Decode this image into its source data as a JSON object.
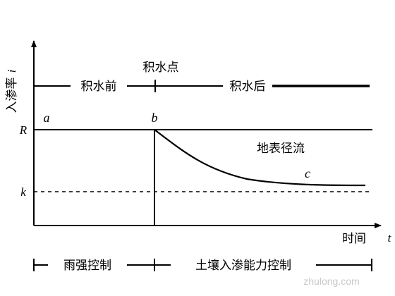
{
  "axes": {
    "y_label_text": "入渗率",
    "y_label_symbol": "i",
    "x_end_symbol": "t",
    "x_label": "时间",
    "r_label": "R",
    "k_label": "k"
  },
  "points": {
    "a": "a",
    "b": "b",
    "c": "c"
  },
  "phases": {
    "ponding_point": "积水点",
    "before": "积水前",
    "after": "积水后"
  },
  "region_label": "地表径流",
  "controls": {
    "rain": "雨强控制",
    "soil": "土壤入渗能力控制"
  },
  "watermark": "zhulong.com"
}
